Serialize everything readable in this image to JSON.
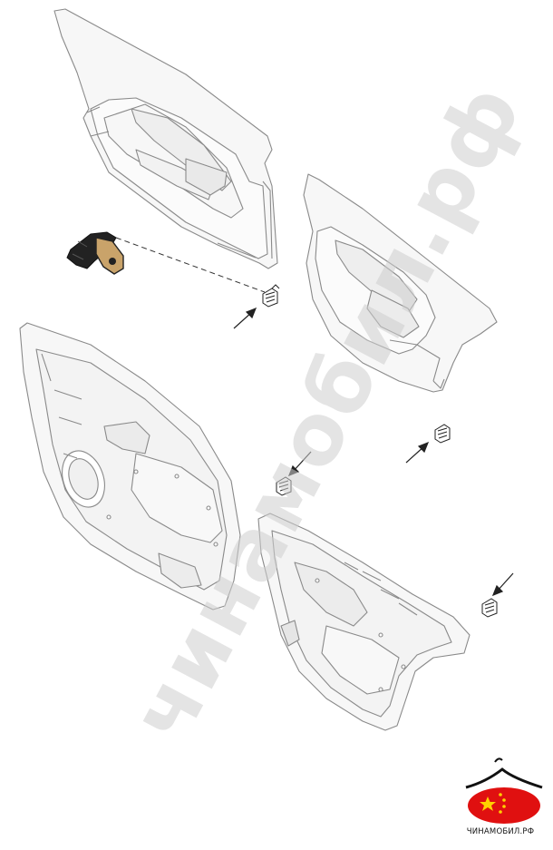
{
  "watermark": {
    "text": "чинамобил.рф"
  },
  "logo": {
    "caption": "ЧИНАМОБИЛ.РФ",
    "flag_red": "#e01010",
    "flag_star": "#ffd200"
  },
  "colors": {
    "line": "#8a8a8a",
    "part_dark": "#222222",
    "part_tan": "#c9a36a",
    "fill": "#f7f7f7"
  },
  "icons": [
    "door-panel-front-upper",
    "door-panel-rear-upper",
    "door-panel-front-inner",
    "door-panel-rear-inner",
    "door-clip",
    "bracket-part",
    "arrow"
  ]
}
